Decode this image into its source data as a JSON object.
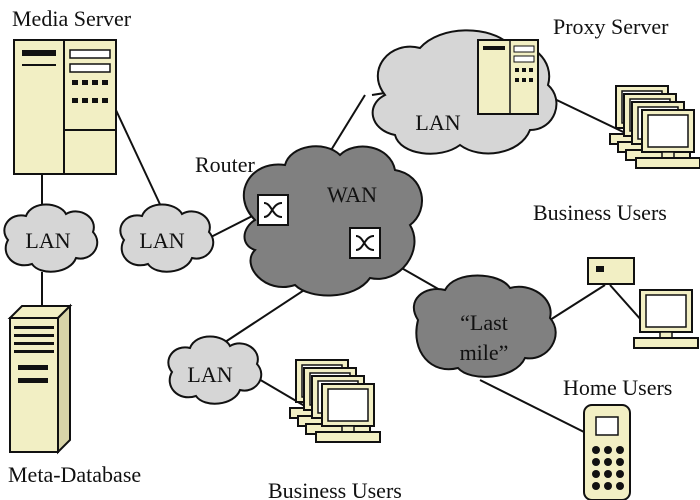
{
  "labels": {
    "media_server": "Media Server",
    "meta_database": "Meta-Database",
    "router": "Router",
    "wan": "WAN",
    "lan_left": "LAN",
    "lan_mid": "LAN",
    "lan_bottom": "LAN",
    "lan_proxy": "LAN",
    "proxy_server": "Proxy Server",
    "business_users_top": "Business Users",
    "business_users_bottom": "Business Users",
    "last_mile_line1": "“Last",
    "last_mile_line2": "mile”",
    "home_users": "Home Users"
  },
  "colors": {
    "light_cloud": "#d6d6d6",
    "dark_cloud": "#808080",
    "device_fill": "#f2efc4",
    "stroke": "#111111"
  }
}
